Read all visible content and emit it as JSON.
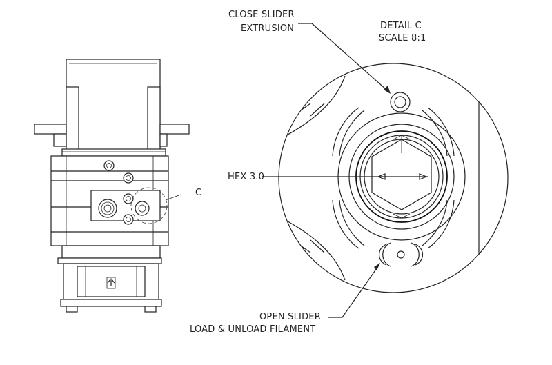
{
  "callouts": {
    "close_slider_line1": "CLOSE SLIDER",
    "close_slider_line2": "EXTRUSION",
    "detail_title": "DETAIL C",
    "detail_scale": "SCALE 8:1",
    "hex": "HEX 3.0",
    "open_slider_line1": "OPEN SLIDER",
    "open_slider_line2": "LOAD & UNLOAD FILAMENT",
    "section_letter": "C"
  }
}
